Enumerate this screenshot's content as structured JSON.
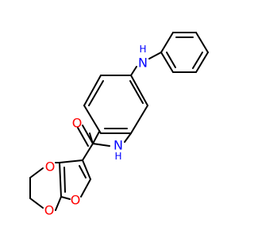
{
  "molecule": {
    "atoms": {
      "amine_n": "N",
      "amine_h": "H",
      "amide_n": "N",
      "amide_h": "H",
      "carbonyl_o": "O",
      "dioxane_o_top": "O",
      "dioxane_o_bottom": "O",
      "furan_o": "O"
    },
    "colors": {
      "bond": "#000000",
      "nitrogen": "#0000ff",
      "oxygen": "#ff0000"
    }
  }
}
